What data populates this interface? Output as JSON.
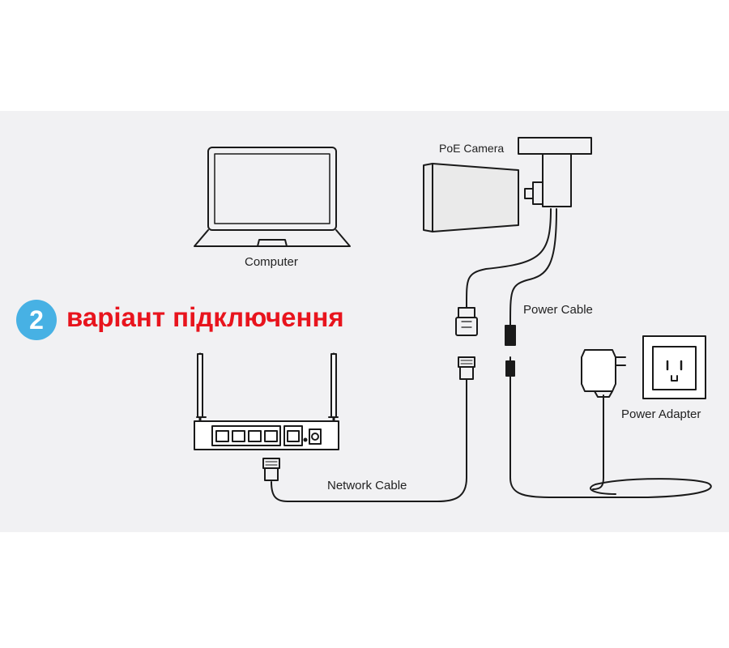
{
  "heading": {
    "step_number": "2",
    "text": "варіант підключення",
    "text_color": "#e8141d",
    "badge_color": "#47b1e4"
  },
  "labels": {
    "poe_camera": "PoE Camera",
    "computer": "Computer",
    "power_cable": "Power Cable",
    "power_adapter": "Power Adapter",
    "network_cable": "Network Cable"
  },
  "colors": {
    "panel_background": "#f1f1f3",
    "line_art": "#1a1a1a"
  }
}
